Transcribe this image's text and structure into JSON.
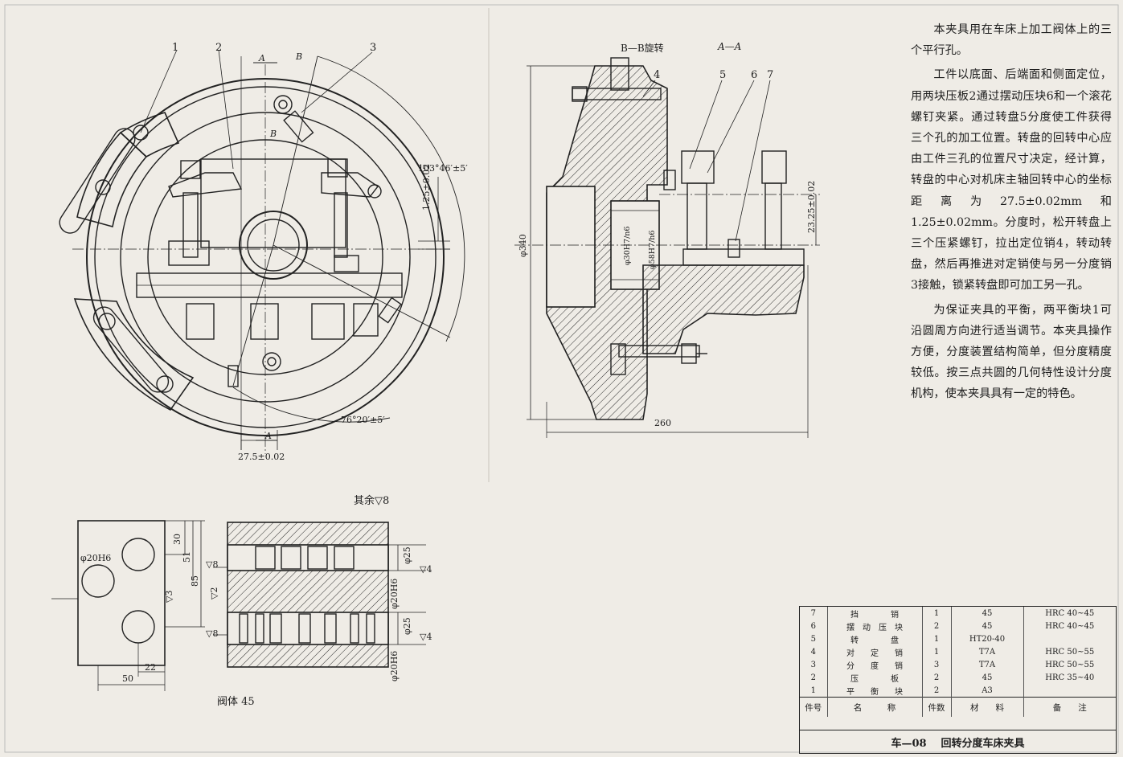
{
  "callouts": {
    "n1": "1",
    "n2": "2",
    "n3": "3",
    "n4": "4",
    "n5": "5",
    "n6": "6",
    "n7": "7"
  },
  "front_view": {
    "section_a_top": "A",
    "section_b_top": "B",
    "section_b_side": "B",
    "angle_1": "103°46′±5′",
    "dim_offset": "1.25±0.02",
    "angle_2": "76°20′±5′",
    "section_a_bottom": "A",
    "dim_center": "27.5±0.02"
  },
  "section_view": {
    "label_bb": "B—B旋转",
    "label_aa": "A—A",
    "dim_diameter": "φ340",
    "dim_width": "260",
    "dim_height": "23.25±0.02",
    "fit_1": "φ30H7/n6",
    "fit_2": "φ58H7/h6"
  },
  "workpiece": {
    "surface_note": "其余▽8",
    "dim_hole": "φ20H6",
    "dim_30": "30",
    "dim_51": "51",
    "dim_85": "85",
    "dim_22": "22",
    "dim_50": "50",
    "rough_left": "▽8",
    "rough_left_2": "▽8",
    "rough_mid": "▽2",
    "rough_3": "▽3",
    "dim_25_top": "φ25",
    "dim_25_bottom": "φ25",
    "dim_20h6_top": "φ20H6",
    "dim_20h6_bottom": "φ20H6",
    "rough_right_top": "▽4",
    "rough_right_bottom": "▽4",
    "caption": "阀体 45"
  },
  "description": {
    "p1": "本夹具用在车床上加工阀体上的三个平行孔。",
    "p2": "工件以底面、后端面和侧面定位，用两块压板2通过摆动压块6和一个滚花螺钉夹紧。通过转盘5分度使工件获得三个孔的加工位置。转盘的回转中心应由工件三孔的位置尺寸决定，经计算，转盘的中心对机床主轴回转中心的坐标距离为27.5±0.02mm和1.25±0.02mm。分度时，松开转盘上三个压紧螺钉，拉出定位销4，转动转盘，然后再推进对定销使与另一分度销3接触，锁紧转盘即可加工另一孔。",
    "p3": "为保证夹具的平衡，两平衡块1可沿圆周方向进行适当调节。本夹具操作方便，分度装置结构简单，但分度精度较低。按三点共圆的几何特性设计分度机构，使本夹具具有一定的特色。"
  },
  "bom": {
    "rows": [
      {
        "no": "7",
        "name": "挡　　　　销",
        "qty": "1",
        "material": "45",
        "note": "HRC 40~45"
      },
      {
        "no": "6",
        "name": "摆　动　压　块",
        "qty": "2",
        "material": "45",
        "note": "HRC 40~45"
      },
      {
        "no": "5",
        "name": "转　　　　盘",
        "qty": "1",
        "material": "HT20-40",
        "note": ""
      },
      {
        "no": "4",
        "name": "对　　定　　销",
        "qty": "1",
        "material": "T7A",
        "note": "HRC 50~55"
      },
      {
        "no": "3",
        "name": "分　　度　　销",
        "qty": "3",
        "material": "T7A",
        "note": "HRC 50~55"
      },
      {
        "no": "2",
        "name": "压　　　　板",
        "qty": "2",
        "material": "45",
        "note": "HRC 35~40"
      },
      {
        "no": "1",
        "name": "平　　衡　　块",
        "qty": "2",
        "material": "A3",
        "note": ""
      }
    ],
    "header": {
      "no": "件号",
      "name": "名　　　称",
      "qty": "件数",
      "material": "材　　料",
      "note": "备　　注"
    },
    "code": "车—08",
    "title": "回转分度车床夹具"
  },
  "colors": {
    "ink": "#1d1d1d",
    "paper": "#efece6"
  }
}
